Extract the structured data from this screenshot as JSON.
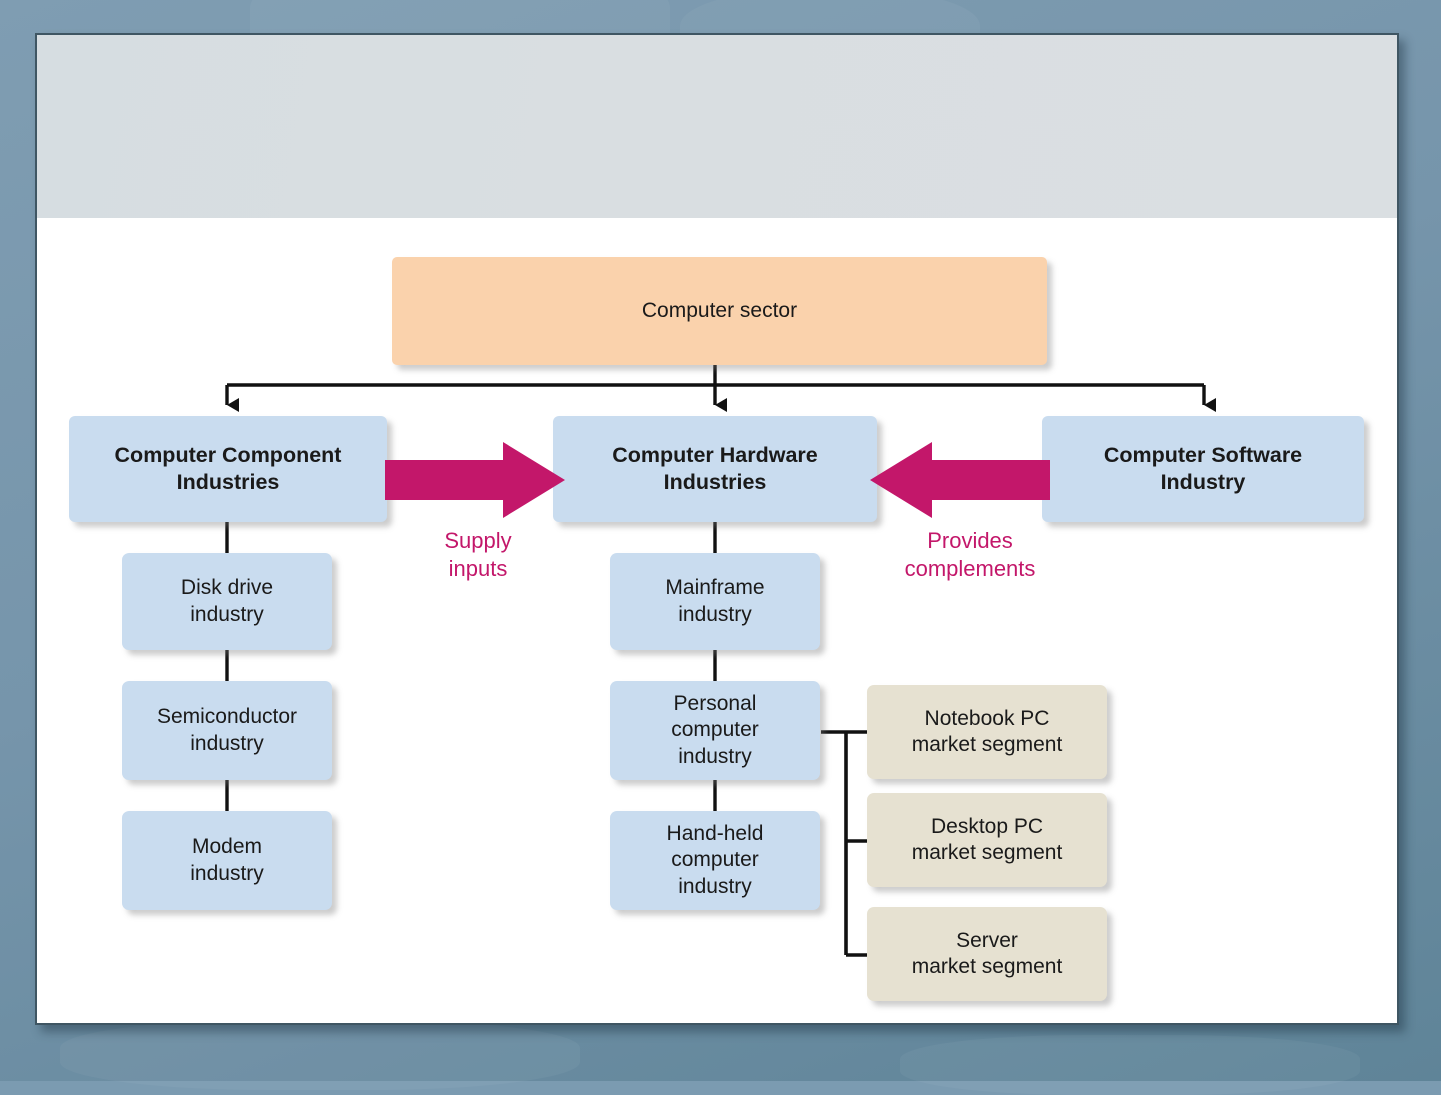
{
  "diagram": {
    "type": "hierarchy-flowchart",
    "title_text": "",
    "colors": {
      "slide_background": "#7b9bb1",
      "card_background": "#ffffff",
      "header_band": "#d9dee1",
      "sector_box": "#fad2ac",
      "industry_box": "#c9dcef",
      "market_segment_box": "#e6e1d1",
      "flow_arrow": "#c3176a",
      "flow_label_text": "#c3176a",
      "connector_line": "#111111",
      "card_border": "#3f5663"
    },
    "root": {
      "label": "Computer sector"
    },
    "branches": [
      {
        "label": "Computer Component\nIndustries"
      },
      {
        "label": "Computer Hardware\nIndustries"
      },
      {
        "label": "Computer Software\nIndustry"
      }
    ],
    "component_children": [
      {
        "label": "Disk drive\nindustry"
      },
      {
        "label": "Semiconductor\nindustry"
      },
      {
        "label": "Modem\nindustry"
      }
    ],
    "hardware_children": [
      {
        "label": "Mainframe\nindustry"
      },
      {
        "label": "Personal\ncomputer\nindustry"
      },
      {
        "label": "Hand-held\ncomputer\nindustry"
      }
    ],
    "market_segments": [
      {
        "label": "Notebook PC\nmarket segment"
      },
      {
        "label": "Desktop PC\nmarket segment"
      },
      {
        "label": "Server\nmarket segment"
      }
    ],
    "flows": [
      {
        "label": "Supply\ninputs",
        "direction": "right",
        "from": "Computer Component Industries",
        "to": "Computer Hardware Industries"
      },
      {
        "label": "Provides\ncomplements",
        "direction": "left",
        "from": "Computer Software Industry",
        "to": "Computer Hardware Industries"
      }
    ]
  }
}
